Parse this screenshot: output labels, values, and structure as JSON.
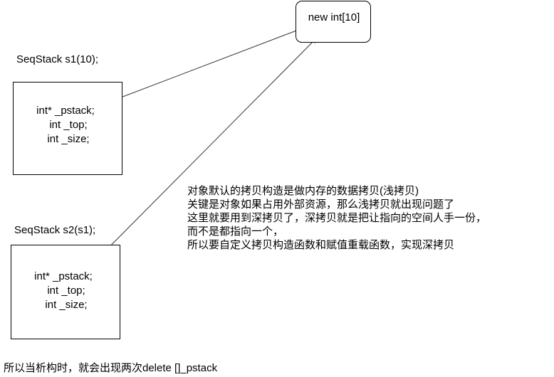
{
  "heap_box": {
    "text": "new int[10]"
  },
  "s1": {
    "declaration": "SeqStack s1(10);",
    "members": [
      "int* _pstack;",
      "int _top;",
      "int _size;"
    ]
  },
  "s2": {
    "declaration": "SeqStack s2(s1);",
    "members": [
      "int* _pstack;",
      "int _top;",
      "int _size;"
    ]
  },
  "note_lines": [
    "对象默认的拷贝构造是做内存的数据拷贝(浅拷贝)",
    "关键是对象如果占用外部资源，那么浅拷贝就出现问题了",
    "这里就要用到深拷贝了，深拷贝就是把让指向的空间人手一份，",
    "而不是都指向一个，",
    "所以要自定义拷贝构造函数和赋值重载函数，实现深拷贝"
  ],
  "footer_text": "所以当析构时，就会出现两次delete []_pstack",
  "colors": {
    "stroke": "#000000",
    "arrow": "#333333",
    "background": "#ffffff"
  }
}
